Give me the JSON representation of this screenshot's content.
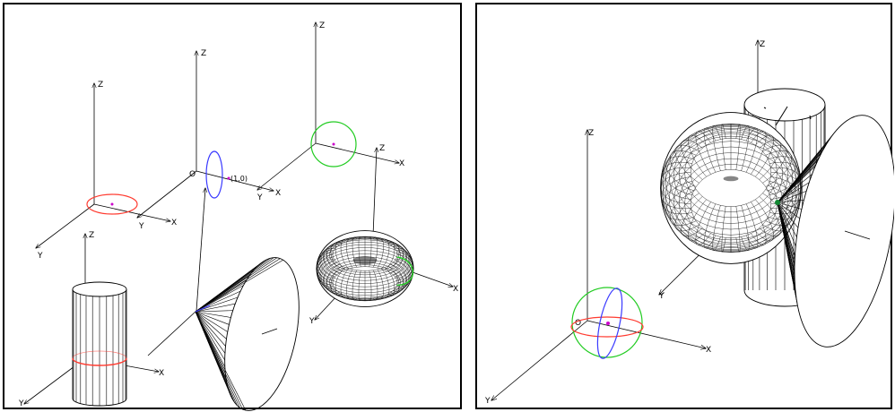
{
  "left_panel": {
    "axes": [
      {
        "x_label": "X",
        "y_label": "Y",
        "z_label": "Z"
      },
      {
        "x_label": "X",
        "y_label": "Y",
        "z_label": "Z",
        "origin_label": "O"
      },
      {
        "x_label": "X",
        "y_label": "Y",
        "z_label": "Z"
      },
      {
        "x_label": "X",
        "y_label": "Y",
        "z_label": "Z"
      },
      {
        "x_label": "X",
        "y_label": "Y",
        "z_label": "Z"
      }
    ],
    "point_label": "(1,0)"
  },
  "right_panel": {
    "axes": {
      "x_label": "X",
      "y_label": "Y",
      "z_label": "Z",
      "origin_label": "O"
    },
    "small_axes": {
      "y_label": "Y",
      "z_label": "Z"
    }
  },
  "colors": {
    "line": "#000000",
    "red_circle": "#ff3b30",
    "blue_circle": "#3a3aff",
    "green_circle": "#22cc22",
    "marker": "#cc00cc",
    "contact_point": "#118833"
  }
}
